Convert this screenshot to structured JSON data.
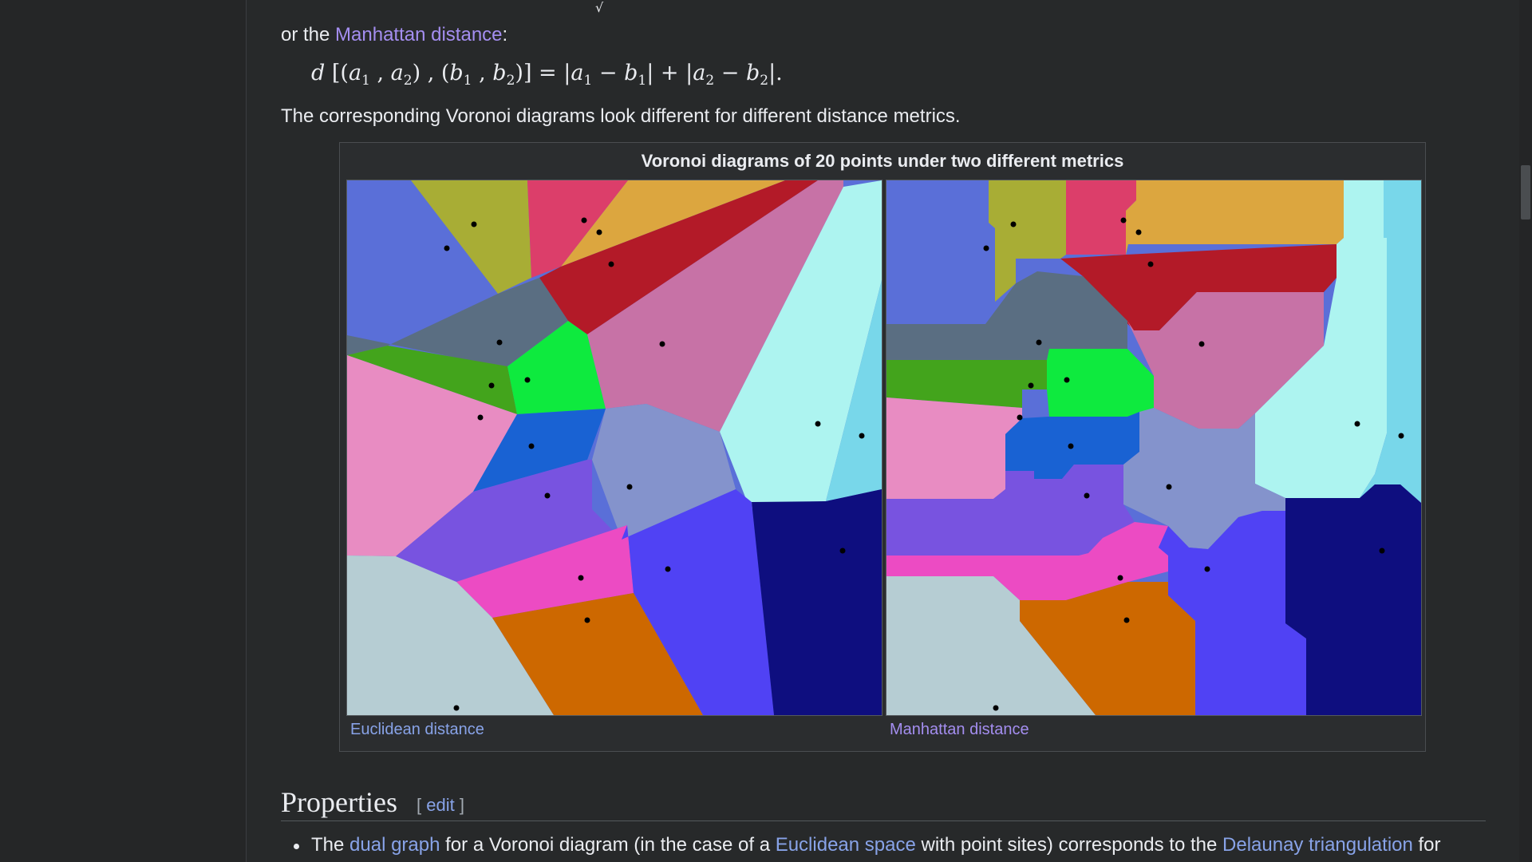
{
  "intro": {
    "prefix": "or the ",
    "link": "Manhattan distance",
    "suffix": ":"
  },
  "formula": "d [(a1 , a2) , (b1 , b2)] = |a1 − b1| + |a2 − b2|.",
  "paragraph": "The corresponding Voronoi diagrams look different for different distance metrics.",
  "figure": {
    "title": "Voronoi diagrams of 20 points under two different metrics",
    "left_caption": "Euclidean distance",
    "right_caption": "Manhattan distance",
    "colors": {
      "blue": "#5a6fd8",
      "olive": "#a8ad35",
      "crimson": "#dc3e6a",
      "amber": "#dca63f",
      "darkred": "#b31a28",
      "mauve": "#c772a6",
      "mint": "#adf4f0",
      "sky": "#78d7ea",
      "slate": "#5a6e82",
      "green": "#43a41c",
      "lime": "#0eea3e",
      "pink": "#e88cc2",
      "royal": "#1962d3",
      "periwinkle": "#8493cc",
      "violet": "#7853e0",
      "magenta": "#ec4bc3",
      "indigo": "#5042f4",
      "navy": "#0e0e7f",
      "silver": "#b6cdd3",
      "orange": "#cd6800"
    }
  },
  "section": {
    "heading": "Properties",
    "edit_open": "[ ",
    "edit_label": "edit",
    "edit_close": " ]"
  },
  "bullet": {
    "t1": "The ",
    "l1": "dual graph",
    "t2": " for a Voronoi diagram (in the case of a ",
    "l2": "Euclidean space",
    "t3": " with point sites) corresponds to the ",
    "l3": "Delaunay triangulation",
    "t4": " for"
  }
}
